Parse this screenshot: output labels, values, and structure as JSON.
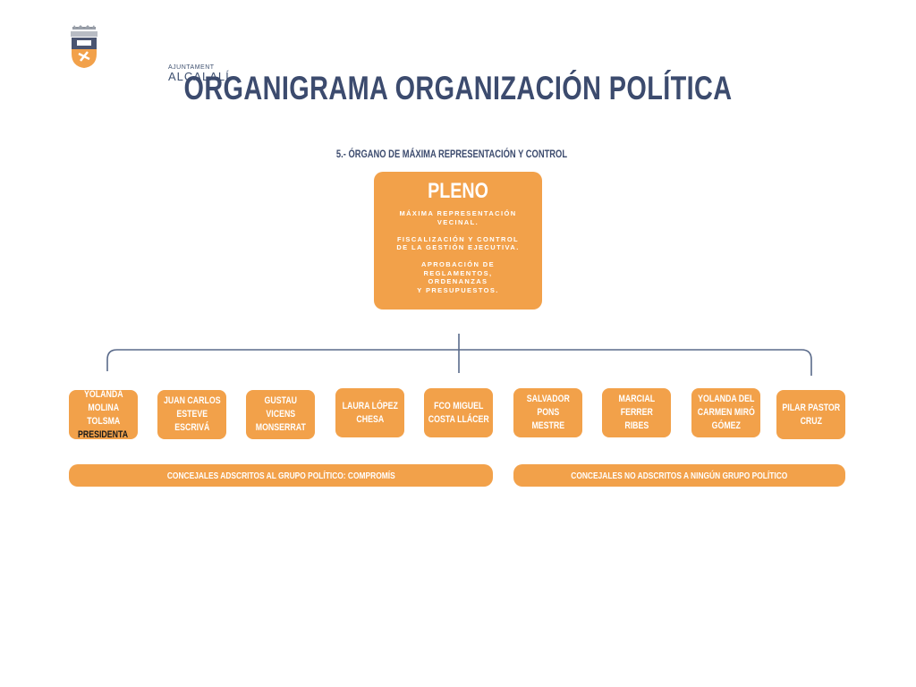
{
  "logo": {
    "top_text": "AJUNTAMENT",
    "main_text": "ALCALALÍ"
  },
  "title": "ORGANIGRAMA ORGANIZACIÓN POLÍTICA",
  "subtitle": "5.- ÓRGANO DE MÁXIMA REPRESENTACIÓN Y CONTROL",
  "pleno": {
    "title": "PLENO",
    "description": "MÁXIMA REPRESENTACIÓN\nVECINAL.\n\nFISCALIZACIÓN Y CONTROL\nDE LA GESTIÓN EJECUTIVA.\n\nAPROBACIÓN DE\nREGLAMENTOS,\nORDENANZAS\nY PRESUPUESTOS."
  },
  "members": [
    {
      "name": "YOLANDA MOLINA\nTOLSMA",
      "role": "PRESIDENTA"
    },
    {
      "name": "JUAN CARLOS\nESTEVE ESCRIVÁ"
    },
    {
      "name": "GUSTAU VICENS\nMONSERRAT"
    },
    {
      "name": "LAURA LÓPEZ\nCHESA"
    },
    {
      "name": "FCO MIGUEL\nCOSTA LLÁCER"
    },
    {
      "name": "SALVADOR PONS\nMESTRE"
    },
    {
      "name": "MARCIAL FERRER\nRIBES"
    },
    {
      "name": "YOLANDA DEL\nCARMEN MIRÓ\nGÓMEZ"
    },
    {
      "name": "PILAR PASTOR\nCRUZ"
    }
  ],
  "groups": {
    "compromis": "CONCEJALES ADSCRITOS AL GRUPO POLÍTICO: COMPROMÍS",
    "no_adscritos": "CONCEJALES NO ADSCRITOS A NINGÚN GRUPO POLÍTICO"
  },
  "colors": {
    "box": "#f2a14a",
    "title": "#3c4b6e",
    "line": "#5a6a8a"
  }
}
